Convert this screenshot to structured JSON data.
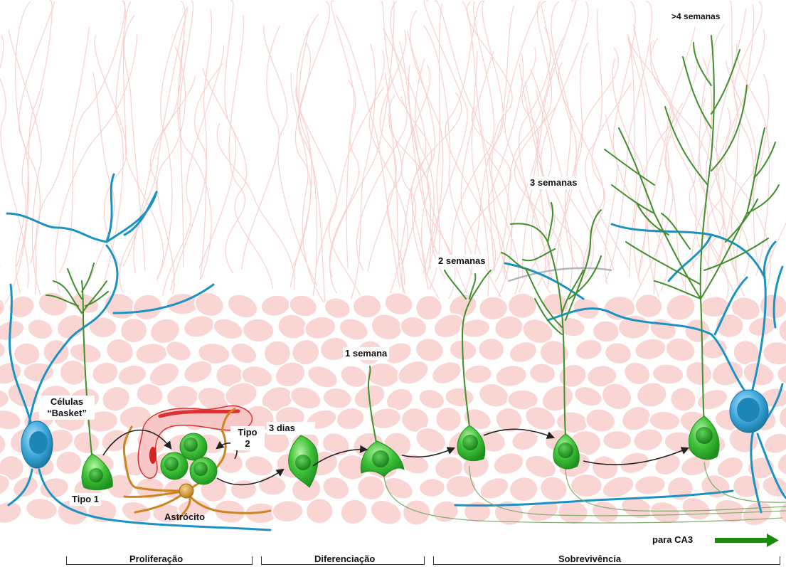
{
  "labels": {
    "basket": "Células\n“Basket”",
    "tipo1": "Tipo 1",
    "tipo2": "Tipo\n2",
    "astrocito": "Astrócito",
    "dias3": "3 dias",
    "semana1": "1 semana",
    "semanas2": "2 semanas",
    "semanas3": "3 semanas",
    "semanas4": ">4 semanas",
    "ca3": "para CA3"
  },
  "stages": [
    "Proliferação",
    "Diferenciação",
    "Sobrevivência"
  ],
  "colors": {
    "newborn_neuron": "#35b532",
    "dendrite": "#3f8f2a",
    "basket_cell": "#1a93c4",
    "granule_layer": "#f9d6d4",
    "molecular_fibers": "#f8cccc",
    "blood_vessel": "#d93232",
    "astrocyte": "#c98621",
    "arrow": "#1f8a10"
  }
}
